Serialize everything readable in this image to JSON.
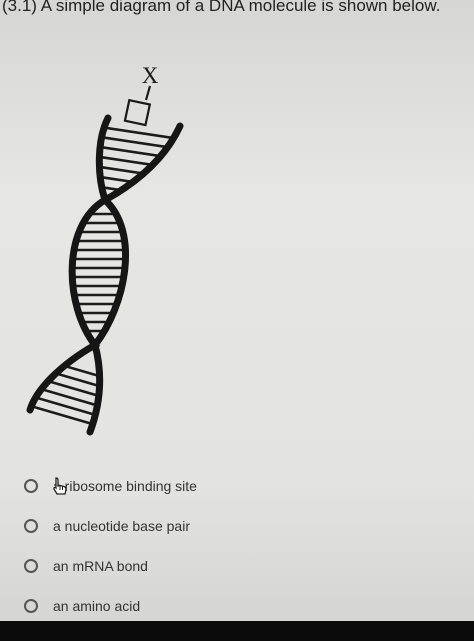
{
  "question": {
    "text": "(3.1) A simple diagram of a DNA molecule is shown below."
  },
  "diagram": {
    "label": "X"
  },
  "options": [
    {
      "label": "a ribosome binding site"
    },
    {
      "label": "a nucleotide base pair"
    },
    {
      "label": "an mRNA bond"
    },
    {
      "label": "an amino acid"
    }
  ],
  "icons": {
    "cursor": "hand-pointer-icon",
    "option": "radio-icon"
  }
}
